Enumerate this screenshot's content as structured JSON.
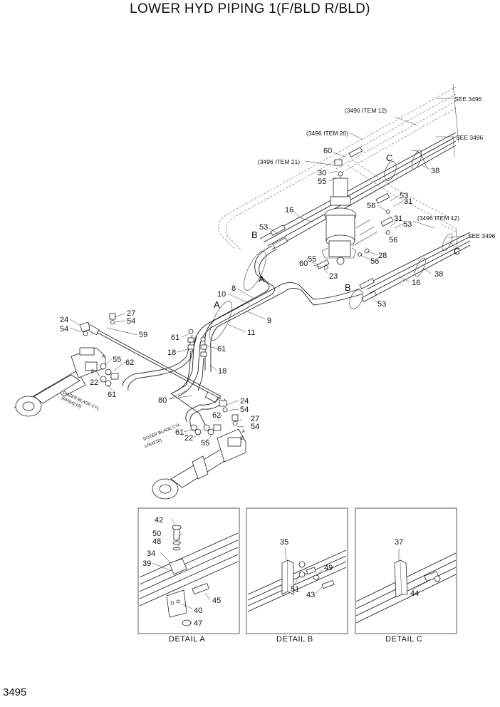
{
  "title": "LOWER HYD PIPING 1(F/BLD R/BLD)",
  "page_number": "3495",
  "see_refs": [
    "SEE 3496",
    "SEE 3496",
    "SEE 3496"
  ],
  "item_refs": [
    "(3496 ITEM 12)",
    "(3496 ITEM 20)",
    "(3496 ITEM 21)",
    "(3496 ITEM 12)"
  ],
  "section_letters": [
    "A",
    "A",
    "B",
    "B",
    "C",
    "C"
  ],
  "cylinder_labels": [
    "DOZER BLADE CYL",
    "(RH)(4210)",
    "DOZER BLADE CYL",
    "LH(4210)"
  ],
  "port_letters": [
    "A",
    "B",
    "A",
    "B"
  ],
  "part_numbers": [
    "60",
    "30",
    "55",
    "38",
    "53",
    "31",
    "56",
    "16",
    "53",
    "55",
    "60",
    "23",
    "31",
    "53",
    "56",
    "28",
    "56",
    "38",
    "16",
    "53",
    "8",
    "10",
    "9",
    "11",
    "61",
    "18",
    "61",
    "18",
    "27",
    "54",
    "24",
    "54",
    "59",
    "55",
    "62",
    "22",
    "61",
    "80",
    "24",
    "54",
    "62",
    "27",
    "54",
    "61",
    "22",
    "55",
    "42",
    "50",
    "48",
    "34",
    "39",
    "45",
    "40",
    "47",
    "35",
    "49",
    "51",
    "43",
    "37",
    "44"
  ],
  "details": [
    {
      "label": "DETAIL  A"
    },
    {
      "label": "DETAIL  B"
    },
    {
      "label": "DETAIL  C"
    }
  ],
  "colors": {
    "line": "#222222",
    "dashed": "#666666",
    "background": "#ffffff"
  }
}
